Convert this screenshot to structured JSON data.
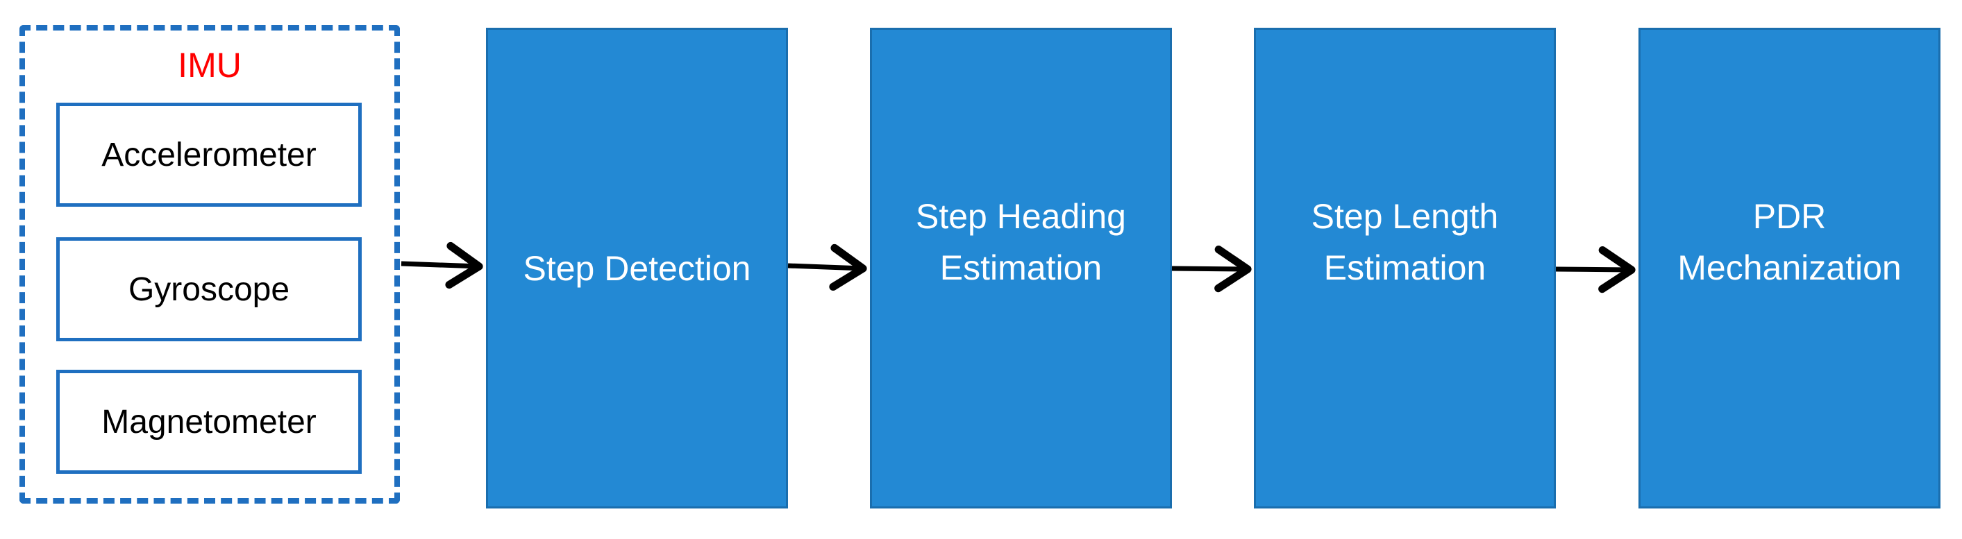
{
  "imu": {
    "title": "IMU",
    "sensors": [
      {
        "label": "Accelerometer"
      },
      {
        "label": "Gyroscope"
      },
      {
        "label": "Magnetometer"
      }
    ]
  },
  "stages": [
    {
      "label": "Step Detection"
    },
    {
      "label": "Step Heading Estimation"
    },
    {
      "label": "Step Length Estimation"
    },
    {
      "label": "PDR Mechanization"
    }
  ],
  "colors": {
    "stage_fill": "#2389d4",
    "imu_border": "#1f6fc0",
    "imu_title": "#ff0000",
    "arrow": "#000000"
  }
}
